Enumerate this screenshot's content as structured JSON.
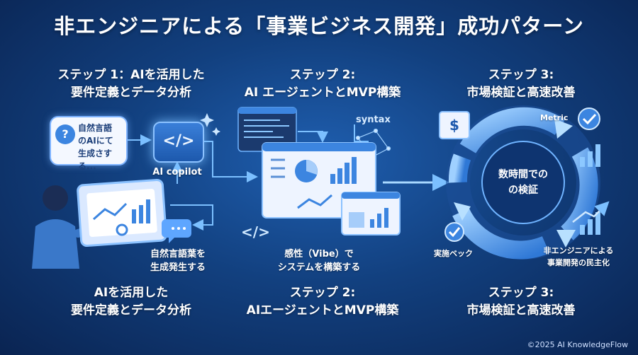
{
  "title": "非エンジニアによる「事業ビジネス開発」成功パターン",
  "steps": [
    {
      "top_line1": "ステップ 1：AIを活用した",
      "top_line2": "要件定義とデータ分析",
      "bottom_line1": "AIを活用した",
      "bottom_line2": "要件定義とデータ分析"
    },
    {
      "top_line1": "ステップ 2:",
      "top_line2": "AI エージェントとMVP構築",
      "bottom_line1": "ステップ 2:",
      "bottom_line2": "AIエージェントとMVP構築"
    },
    {
      "top_line1": "ステップ 3:",
      "top_line2": "市場検証と高速改善",
      "bottom_line1": "ステップ 3:",
      "bottom_line2": "市場検証と高速改善"
    }
  ],
  "bubble": {
    "line1": "自然言語",
    "line2": "のAIにて",
    "line3": "生成さする..."
  },
  "copilot": {
    "symbol": "</>",
    "label": "AI copilot"
  },
  "natural_lang": {
    "line1": "自然言語葉を",
    "line2": "生成発生する"
  },
  "syntax_label": "syntax",
  "code_symbol": "</>",
  "vibe": {
    "line1": "感性（Vibe）で",
    "line2": "システムを構築する"
  },
  "cycle": {
    "center_line1": "数時間での",
    "center_line2": "の検証",
    "metric_label": "Metric",
    "check_label": "実施ベック",
    "democratize_line1": "非エンジニアによる",
    "democratize_line2": "事業開発の民主化",
    "dollar": "$"
  },
  "copyright": "©2025 AI KnowledgeFlow",
  "colors": {
    "accent": "#4aa3ff",
    "glow": "#8cc8ff",
    "panel": "#eef4ff",
    "dark_panel": "#1b3a6e"
  }
}
